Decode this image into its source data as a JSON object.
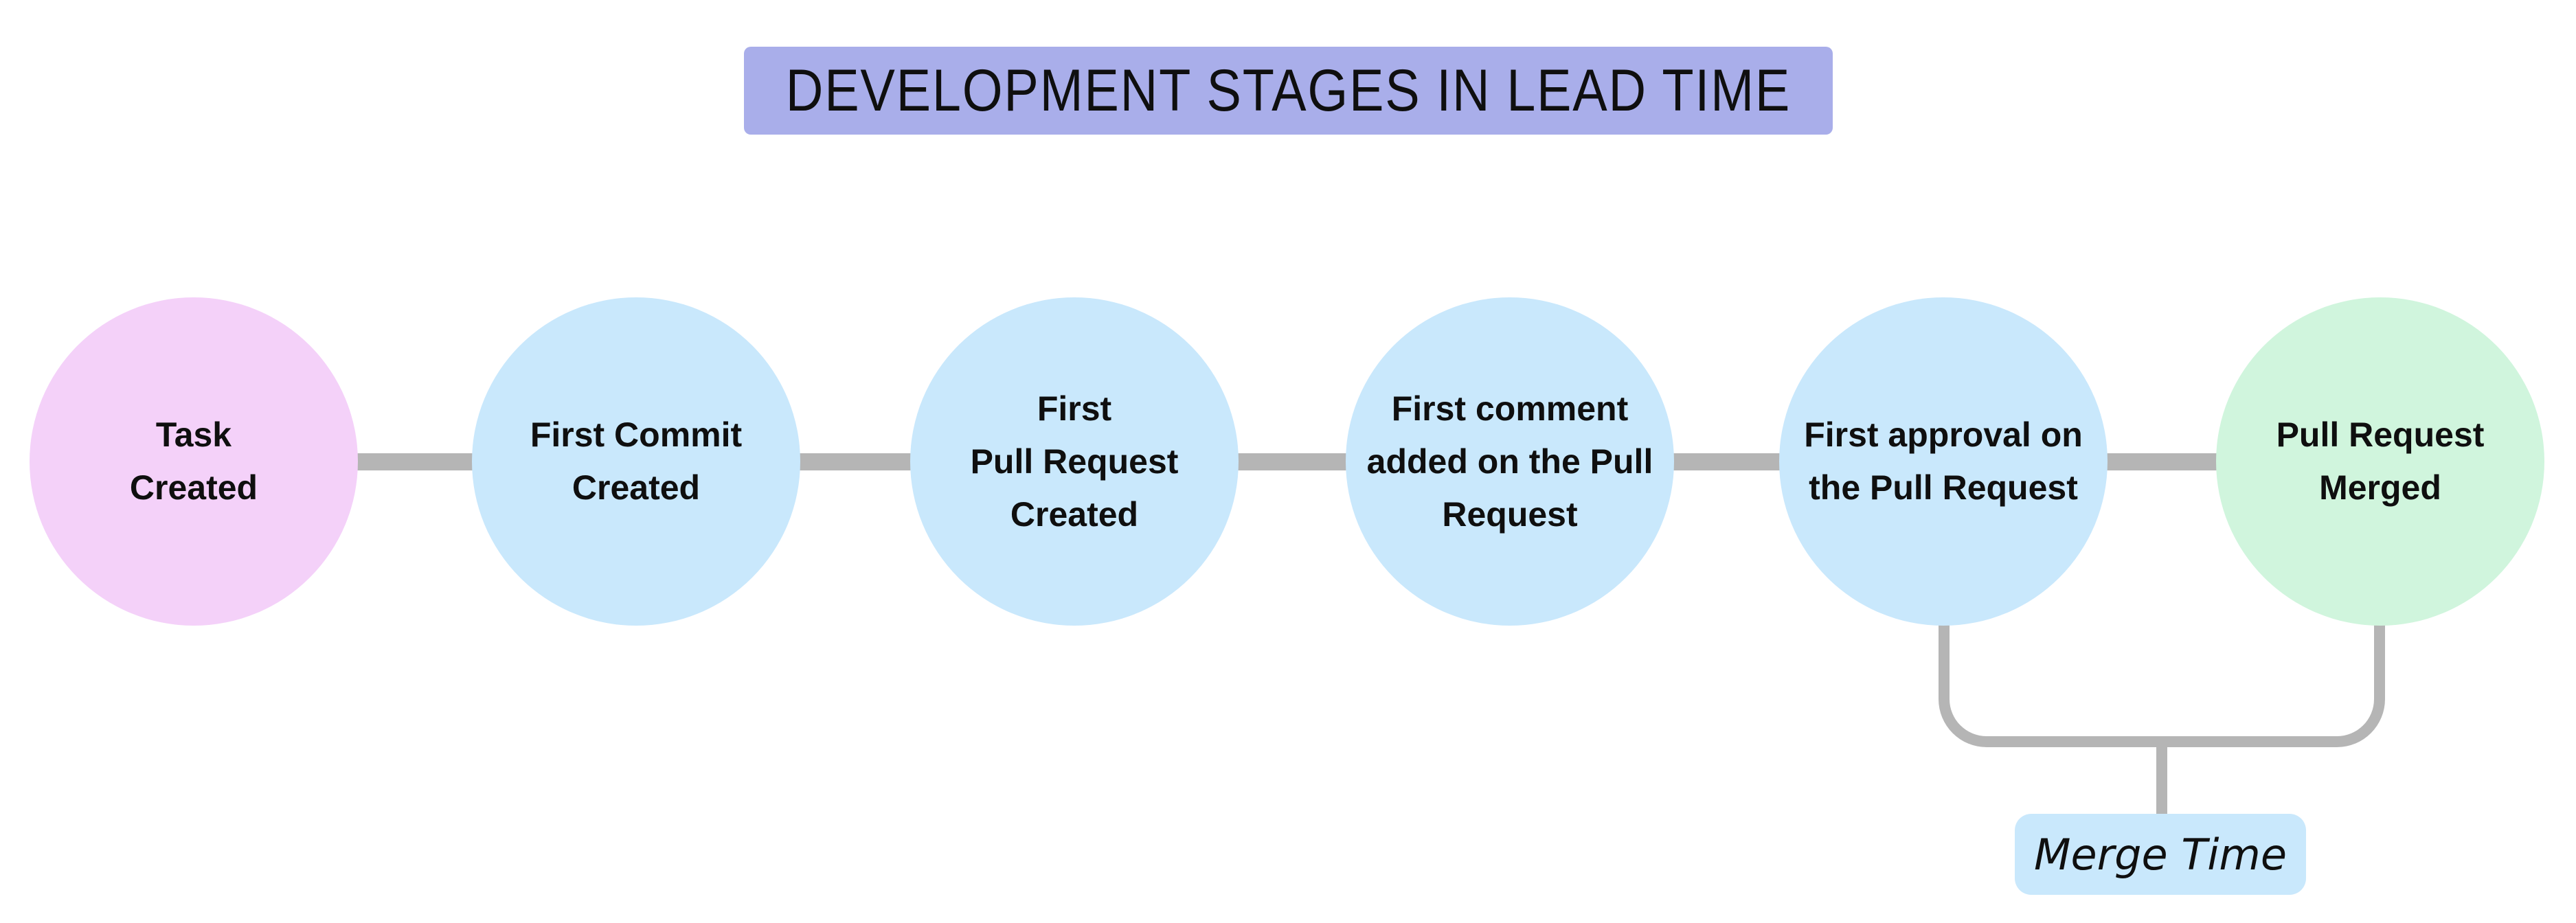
{
  "title": {
    "text": "DEVELOPMENT STAGES IN LEAD TIME"
  },
  "colors": {
    "title_bg": "#a9aeea",
    "connector": "#b5b5b5",
    "stage_start": "#f4d1f9",
    "stage_mid": "#c9e8fc",
    "stage_end": "#d0f5dd",
    "annotation_bg": "#c9e8fc",
    "text": "#0f0f0f",
    "background": "#ffffff"
  },
  "stages": [
    {
      "id": "task-created",
      "lines": [
        "Task",
        "Created"
      ],
      "color": "#f4d1f9",
      "role": "start"
    },
    {
      "id": "first-commit-created",
      "lines": [
        "First Commit",
        "Created"
      ],
      "color": "#c9e8fc",
      "role": "mid"
    },
    {
      "id": "first-pull-request-created",
      "lines": [
        "First",
        "Pull Request",
        "Created"
      ],
      "color": "#c9e8fc",
      "role": "mid"
    },
    {
      "id": "first-comment-added",
      "lines": [
        "First comment",
        "added on the Pull",
        "Request"
      ],
      "color": "#c9e8fc",
      "role": "mid"
    },
    {
      "id": "first-approval",
      "lines": [
        "First approval on",
        "the Pull Request"
      ],
      "color": "#c9e8fc",
      "role": "mid"
    },
    {
      "id": "pull-request-merged",
      "lines": [
        "Pull Request",
        "Merged"
      ],
      "color": "#d0f5dd",
      "role": "end"
    }
  ],
  "annotation": {
    "label": "Merge Time",
    "bg": "#c9e8fc",
    "spans_from": "First approval on the Pull Request",
    "spans_to": "Pull Request Merged"
  }
}
